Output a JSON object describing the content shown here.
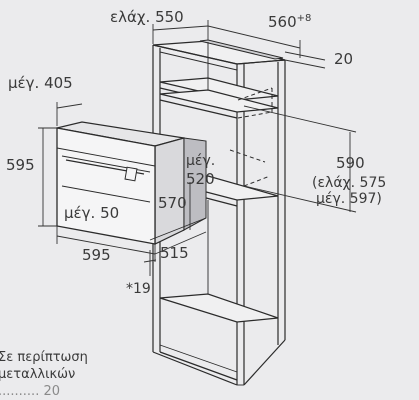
{
  "dimensions": {
    "top_min_width": "ελάχ. 550",
    "top_depth": "560",
    "top_depth_sup": "+8",
    "top_gap": "20",
    "oven_depth_max": "μέγ. 405",
    "oven_height": "595",
    "inner_max_520_a": "μέγ.",
    "inner_max_520_b": "520",
    "inner_570": "570",
    "recess_max_50": "μέγ. 50",
    "oven_width": "595",
    "bottom_515": "515",
    "footnote_19": "*19",
    "niche_height": "590",
    "niche_min": "(ελάχ. 575",
    "niche_max": "μέγ. 597)"
  },
  "note": {
    "line1": "Σε περίπτωση",
    "line2": "μεταλλικών",
    "line3": "..........  20"
  }
}
